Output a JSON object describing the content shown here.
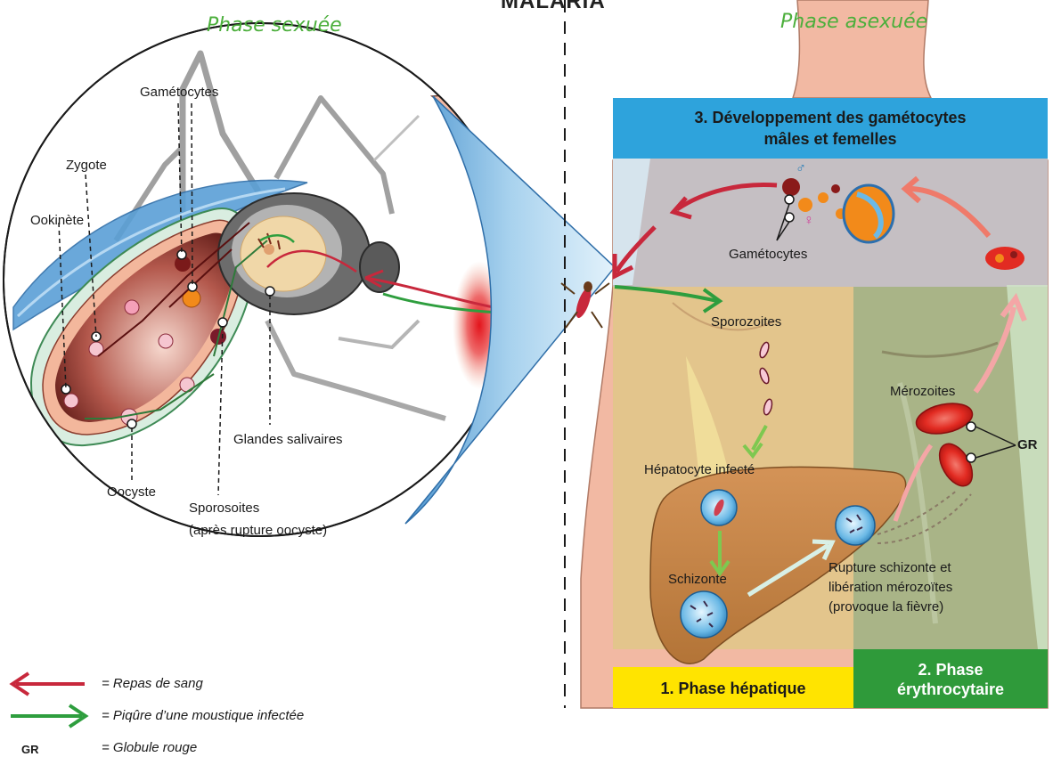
{
  "title_partial": "MALARIA",
  "phases": {
    "sexual": "Phase sexuée",
    "asexual": "Phase asexuée"
  },
  "banners": {
    "gametocytes_development_line1": "3. Développement des gamétocytes",
    "gametocytes_development_line2": "mâles et femelles",
    "hepatic": "1. Phase hépatique",
    "erythrocytic_line1": "2. Phase",
    "erythrocytic_line2": "érythrocytaire"
  },
  "mosquito_labels": {
    "gametocytes": "Gamétocytes",
    "zygote": "Zygote",
    "ookinete": "Ookinète",
    "oocyst": "Oocyste",
    "sporozoites_line1": "Sporosoites",
    "sporozoites_line2": "(après rupture oocyste)",
    "salivary_glands": "Glandes salivaires"
  },
  "human_labels": {
    "gametocytes": "Gamétocytes",
    "sporozoites": "Sporozoites",
    "infected_hepatocyte": "Hépatocyte infecté",
    "schizont": "Schizonte",
    "rupture_line1": "Rupture schizonte et",
    "rupture_line2": "libération mérozoïtes",
    "rupture_line3": "(provoque la fièvre)",
    "merozoites": "Mérozoites",
    "gr": "GR",
    "male_symbol": "♂",
    "female_symbol": "♀"
  },
  "legend": {
    "blood_meal": "= Repas de sang",
    "infected_bite": "= Piqûre d’une moustique infectée",
    "gr_key": "GR",
    "red_cell": "= Globule rouge"
  },
  "colors": {
    "red_arrow": "#c8283c",
    "green_arrow": "#2e9e3e",
    "phase_green": "#4caf3c",
    "banner_blue": "#2ea3dc",
    "banner_yellow": "#ffe400",
    "banner_green": "#2f9a3a",
    "skin": "#f2b9a3",
    "hepatic_bg": "#e3c58c",
    "erythro_bg": "#a9b487",
    "top_panel_bg": "#c5bfc3",
    "liver": "#c98a4c"
  }
}
